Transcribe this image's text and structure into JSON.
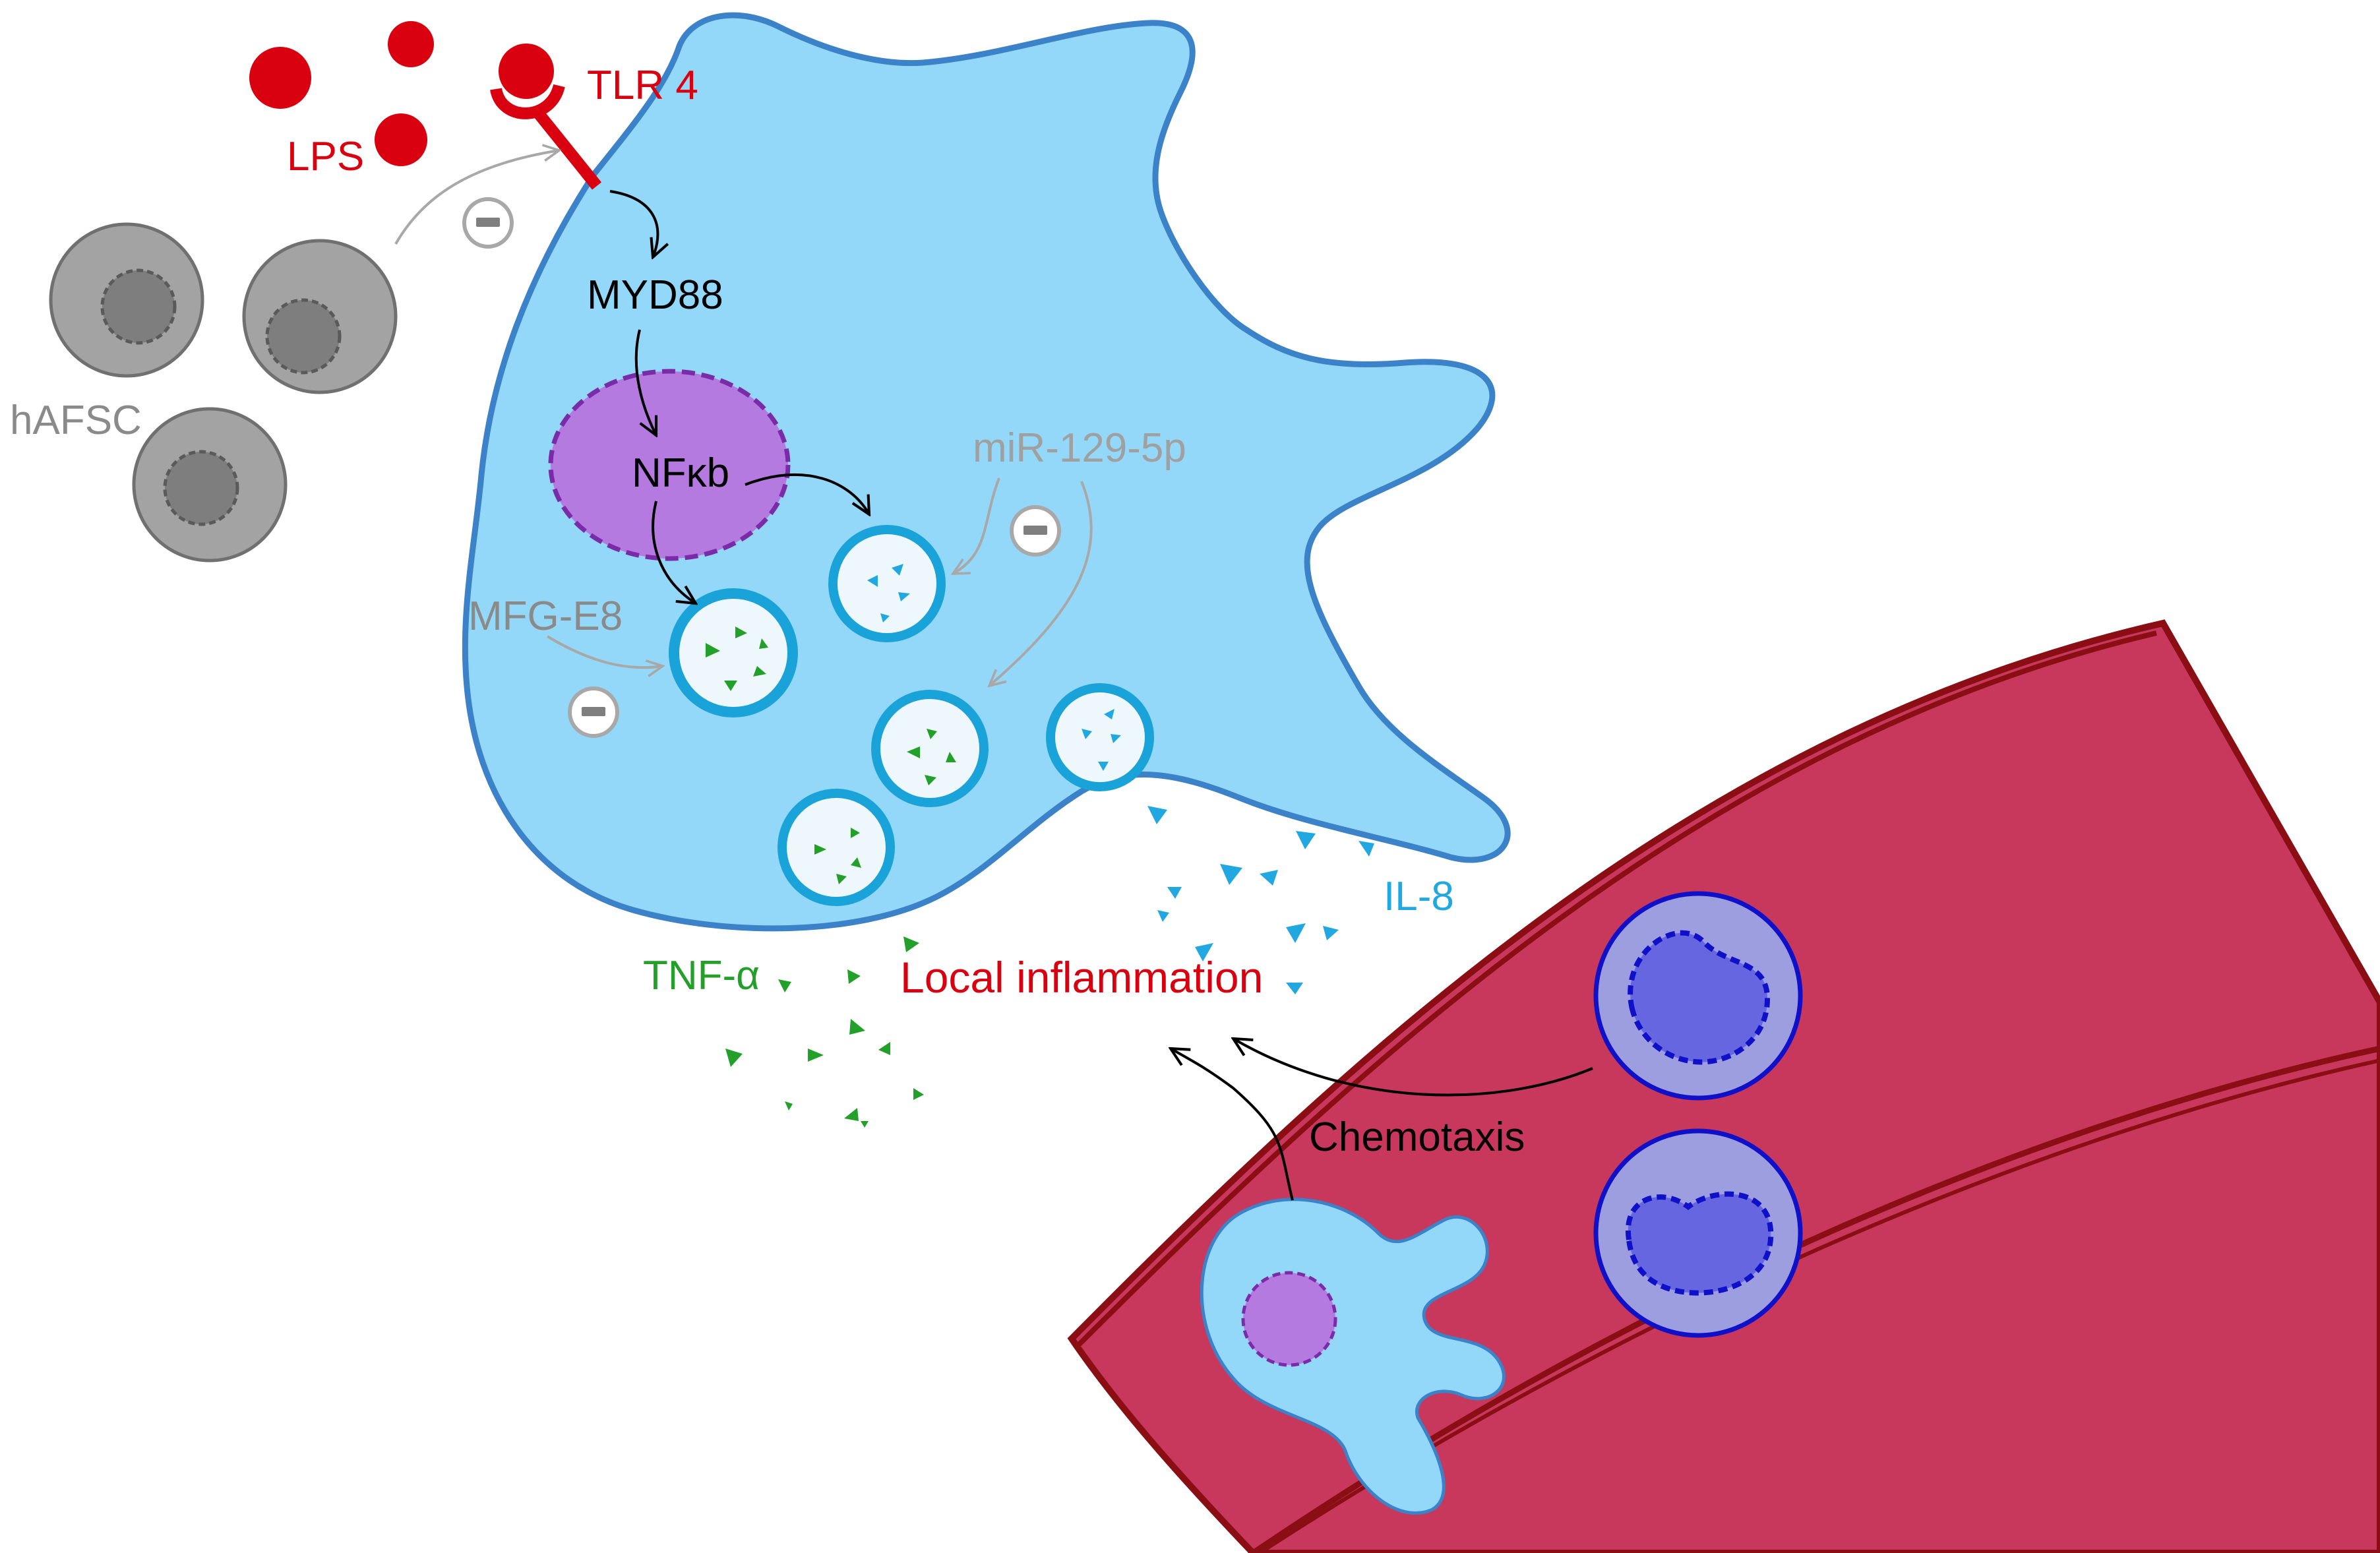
{
  "labels": {
    "lps": "LPS",
    "tlr4": "TLR 4",
    "myd88": "MYD88",
    "nfkb": "NFκb",
    "hafsc": "hAFSC",
    "mir": "miR-129-5p",
    "mfg": "MFG-E8",
    "il8": "IL-8",
    "tnf": "TNF-α",
    "inflammation": "Local inflammation",
    "chemotaxis": "Chemotaxis"
  },
  "colors": {
    "red": "#d9000f",
    "macrophage_fill": "#93d8f8",
    "macrophage_stroke": "#3c82c8",
    "nucleus_fill": "#b57ae0",
    "nucleus_stroke": "#7a2ca8",
    "vesicle_ring": "#1aa3d8",
    "vesicle_fill": "#eef8fc",
    "green": "#22a02a",
    "cyan": "#22a8e0",
    "grey_cell": "#a3a3a3",
    "grey_nucleus": "#7e7e7e",
    "vessel": "#c8385c",
    "vessel_stroke": "#8a0e14",
    "neutrophil_fill": "#9c9ee0",
    "neutrophil_nucleus": "#6666e0",
    "neutrophil_stroke": "#1010c8"
  }
}
